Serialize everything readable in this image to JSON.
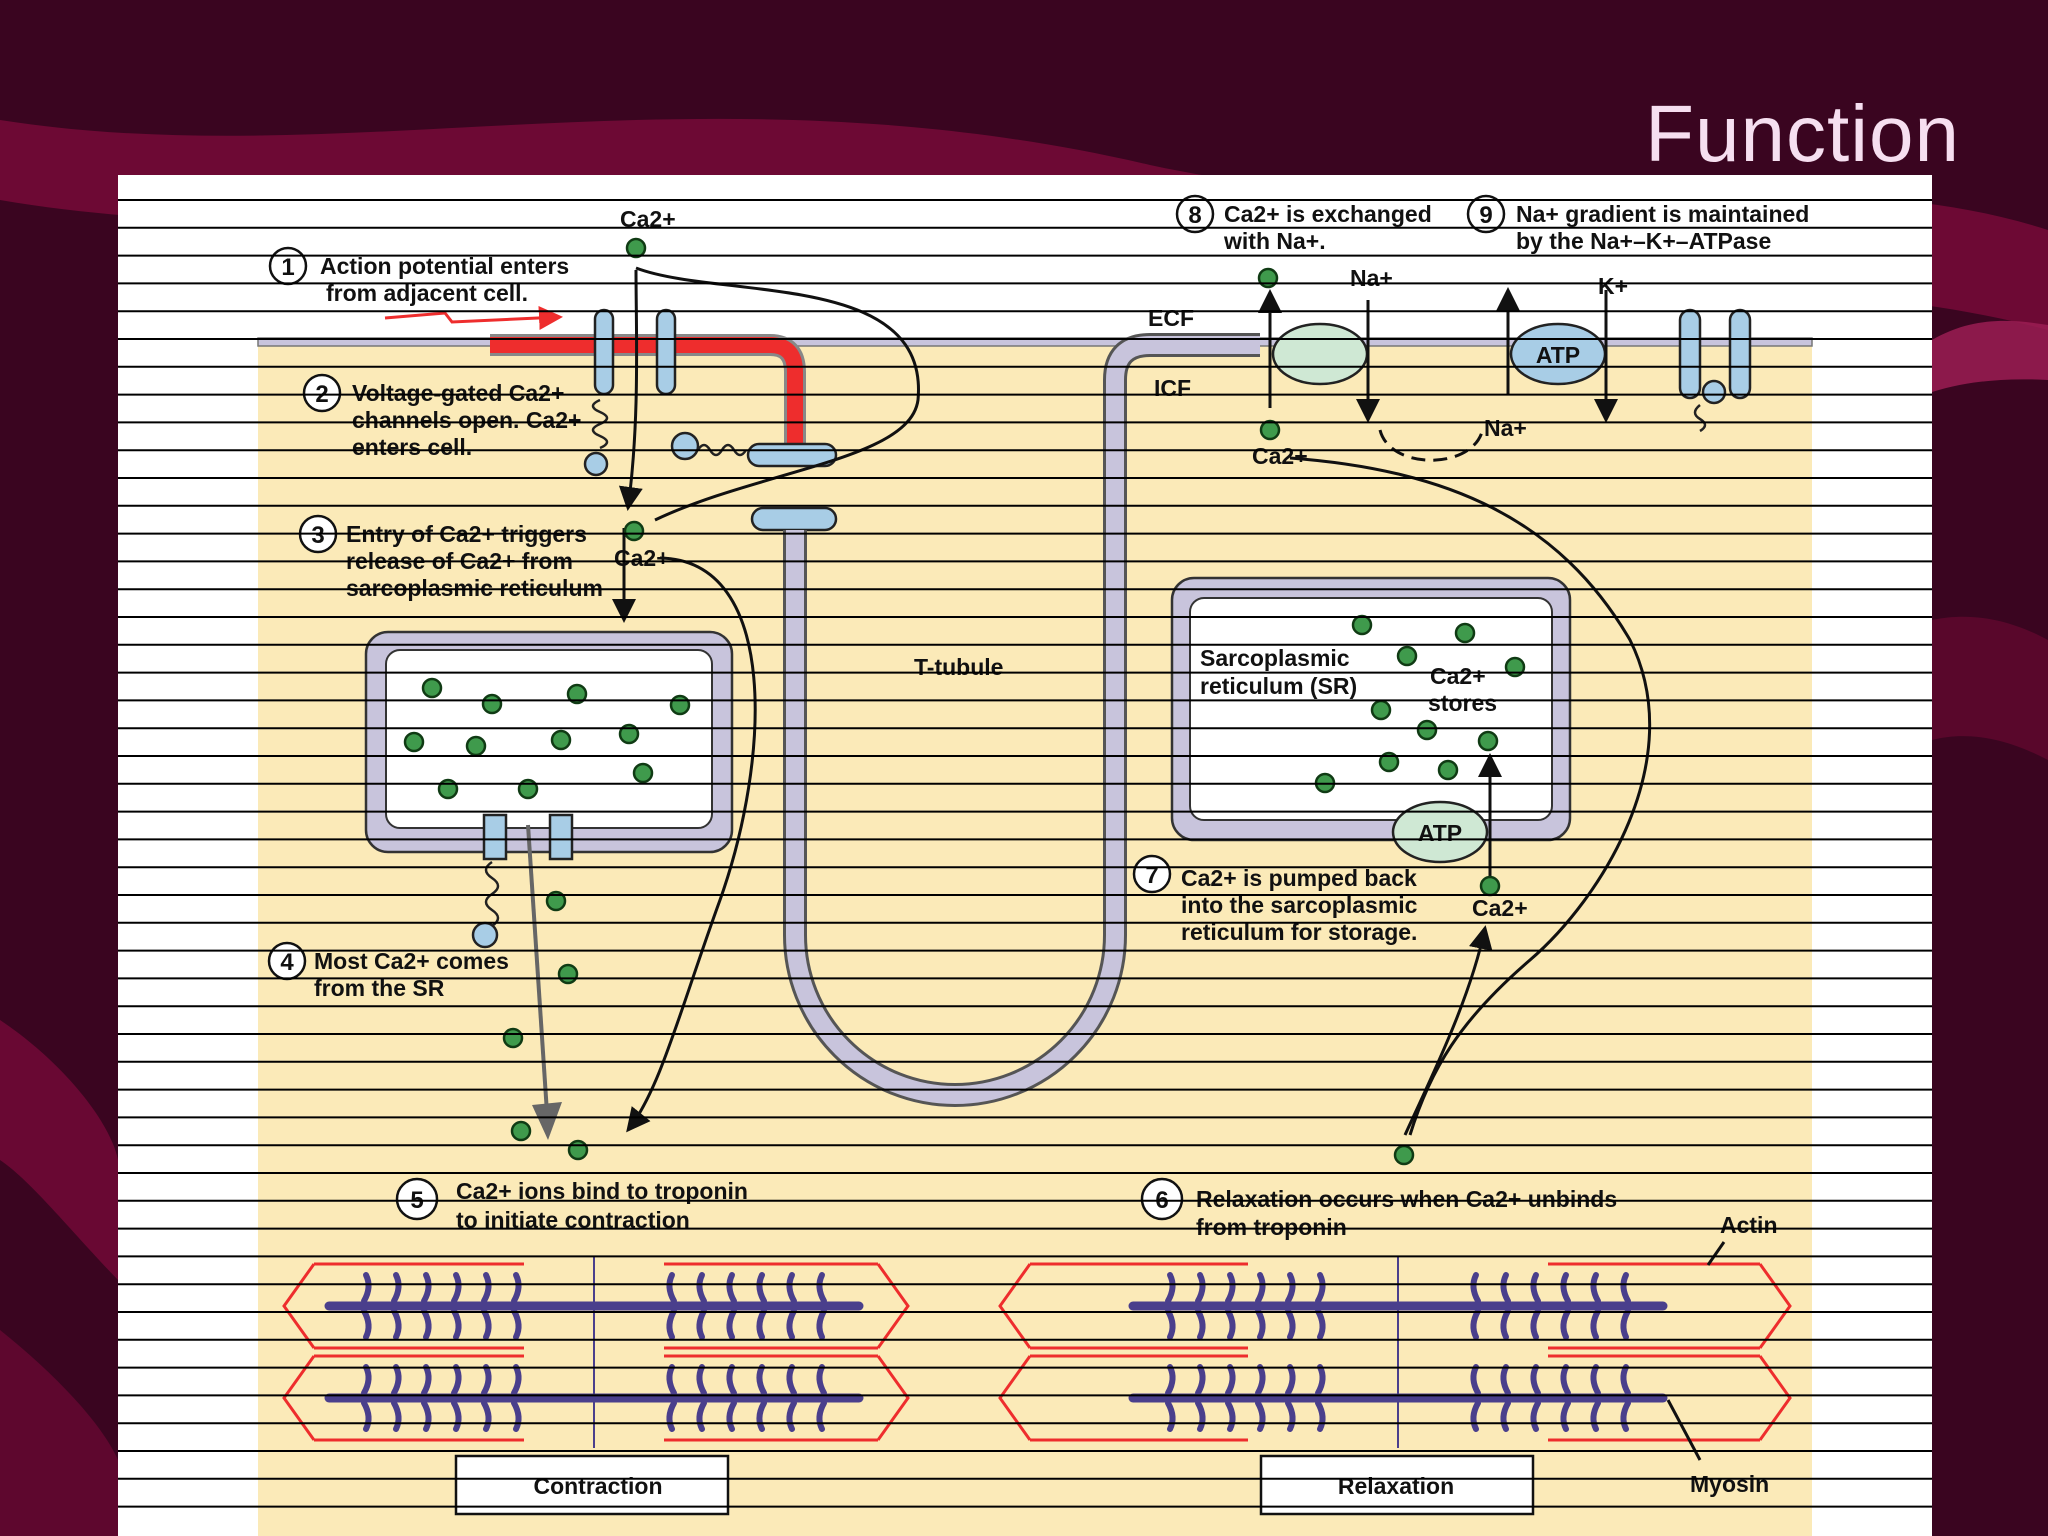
{
  "slide": {
    "title": "Function"
  },
  "colors": {
    "background": "#3a0520",
    "cytoplasm": "#fbeab8",
    "membrane": "#c8c4dc",
    "calcium": "#3f9a4c",
    "channel": "#a8cde6",
    "pump": "#cfe8d4",
    "action_potential": "#ee2d2d",
    "myosin": "#4a3f8c",
    "actin": "#ee2d2d"
  },
  "diagram": {
    "steps": [
      {
        "num": "1",
        "l1": "Action potential enters",
        "l2": "from adjacent cell."
      },
      {
        "num": "2",
        "l1": "Voltage-gated Ca2+",
        "l2": "channels open. Ca2+",
        "l3": "enters cell."
      },
      {
        "num": "3",
        "l1": "Entry of Ca2+ triggers",
        "l2": "release of Ca2+ from",
        "l3": "sarcoplasmic reticulum"
      },
      {
        "num": "4",
        "l1": "Most Ca2+ comes",
        "l2": "from the SR"
      },
      {
        "num": "5",
        "l1": "Ca2+ ions bind to troponin",
        "l2": "to initiate contraction"
      },
      {
        "num": "6",
        "l1": "Relaxation occurs when Ca2+ unbinds",
        "l2": "from troponin"
      },
      {
        "num": "7",
        "l1": "Ca2+ is pumped back",
        "l2": "into the sarcoplasmic",
        "l3": "reticulum for storage."
      },
      {
        "num": "8",
        "l1": "Ca2+ is exchanged",
        "l2": "with Na+."
      },
      {
        "num": "9",
        "l1": "Na+ gradient is maintained",
        "l2": "by the Na+–K+–ATPase"
      }
    ],
    "labels": {
      "ca_top": "Ca2+",
      "ca_sr_release": "Ca2+",
      "ca_exchanger": "Ca2+",
      "ca_pump": "Ca2+",
      "ecf": "ECF",
      "icf": "ICF",
      "t_tubule": "T-tubule",
      "sr_l1": "Sarcoplasmic",
      "sr_l2": "reticulum (SR)",
      "stores_l1": "Ca2+",
      "stores_l2": "stores",
      "atp_1": "ATP",
      "atp_2": "ATP",
      "na_in": "Na+",
      "na_out": "Na+",
      "k": "K+",
      "actin": "Actin",
      "myosin": "Myosin"
    },
    "boxes": {
      "contraction": "Contraction",
      "relaxation": "Relaxation"
    }
  }
}
